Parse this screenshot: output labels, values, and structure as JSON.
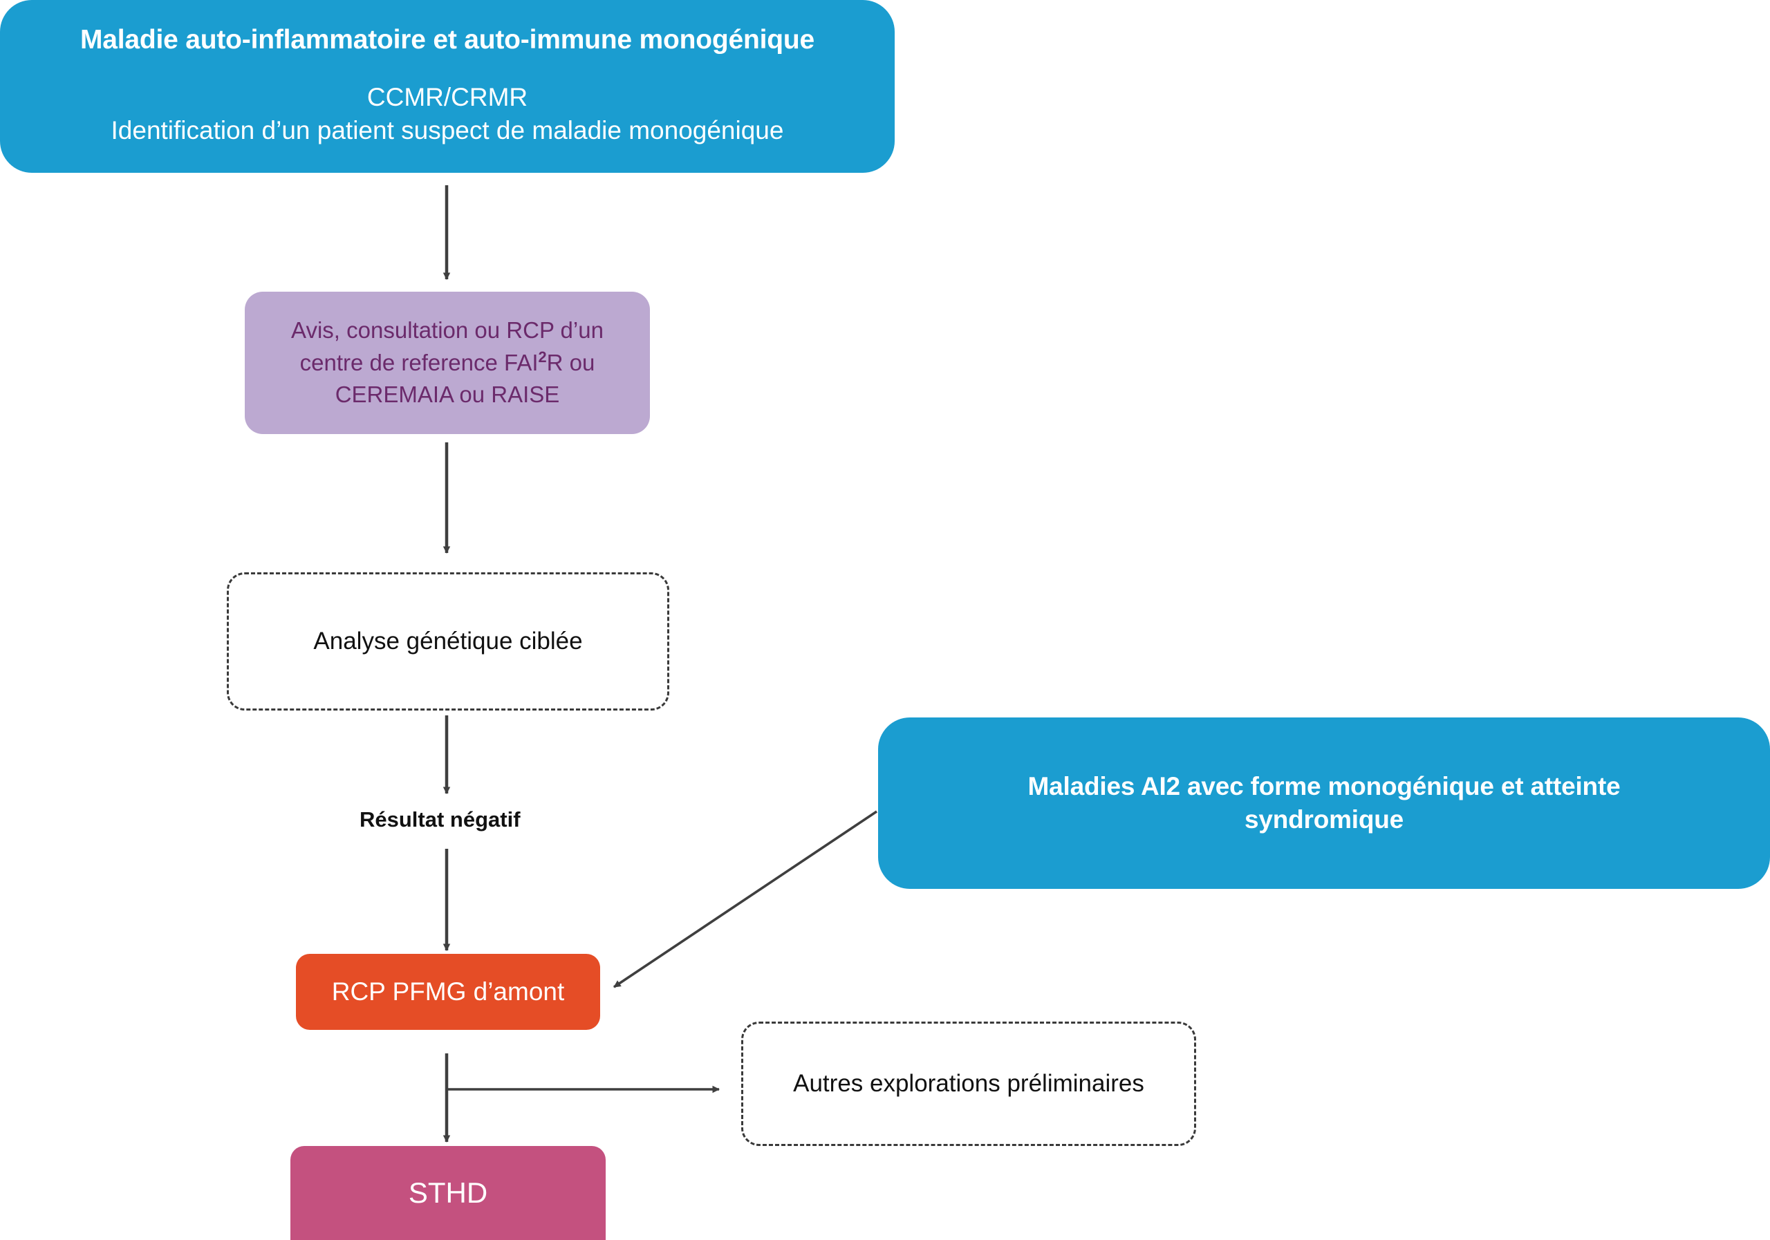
{
  "diagram": {
    "title_text": "Maladie auto-inflammatoire et auto-immune monogénique",
    "language": "fr",
    "palette": {
      "blue": "#1B9DD0",
      "purple_fill": "#BCA9D1",
      "purple_text": "#6B2A6B",
      "orange": "#E54D26",
      "magenta": "#C4517F",
      "connector": "#3F3F3F",
      "dashed_border": "#3A3A3A",
      "white": "#FFFFFF",
      "background": "#FFFFFF"
    }
  },
  "nodes": {
    "header_blue": {
      "line1": "Maladie auto-inflammatoire et auto-immune monogénique",
      "line2": "CCMR/CRMR",
      "line3": "Identification d’un patient suspect de maladie monogénique"
    },
    "purple_advice": {
      "line1": "Avis, consultation ou RCP d’un",
      "line2_pre": "centre de reference FAI",
      "line2_sup": "2",
      "line2_post": "R ou",
      "line3": "CEREMAIA ou RAISE"
    },
    "targeted_analysis": {
      "label": "Analyse génétique ciblée"
    },
    "rcp_pfmg": {
      "label": "RCP PFMG d’amont"
    },
    "sthd": {
      "label": "STHD"
    },
    "other_explorations": {
      "label": "Autres explorations préliminaires"
    },
    "ai2_blue": {
      "line1": "Maladies AI2 avec forme monogénique et atteinte",
      "line2": "syndromique"
    }
  },
  "edges": [
    {
      "id": "header-to-purple",
      "from": "header_blue",
      "to": "purple_advice",
      "label": "",
      "style": "solid-arrow",
      "direction": "down"
    },
    {
      "id": "purple-to-analysis",
      "from": "purple_advice",
      "to": "targeted_analysis",
      "label": "",
      "style": "solid-arrow",
      "direction": "down"
    },
    {
      "id": "analysis-to-result",
      "from": "targeted_analysis",
      "to": "result_label",
      "label": "",
      "style": "solid-arrow",
      "direction": "down"
    },
    {
      "id": "result-to-rcp",
      "from": "result_label",
      "to": "rcp_pfmg",
      "label": "Résultat négatif",
      "style": "solid-arrow",
      "direction": "down"
    },
    {
      "id": "ai2-to-rcp",
      "from": "ai2_blue",
      "to": "rcp_pfmg",
      "label": "",
      "style": "solid-arrow",
      "direction": "diagonal-down-left"
    },
    {
      "id": "rcp-to-sthd",
      "from": "rcp_pfmg",
      "to": "sthd",
      "label": "",
      "style": "solid-arrow",
      "direction": "down"
    },
    {
      "id": "rcp-to-other",
      "from": "rcp_pfmg",
      "to": "other_explorations",
      "label": "",
      "style": "solid-arrow",
      "direction": "right"
    }
  ],
  "edge_labels": {
    "result_negative": "Résultat négatif"
  }
}
